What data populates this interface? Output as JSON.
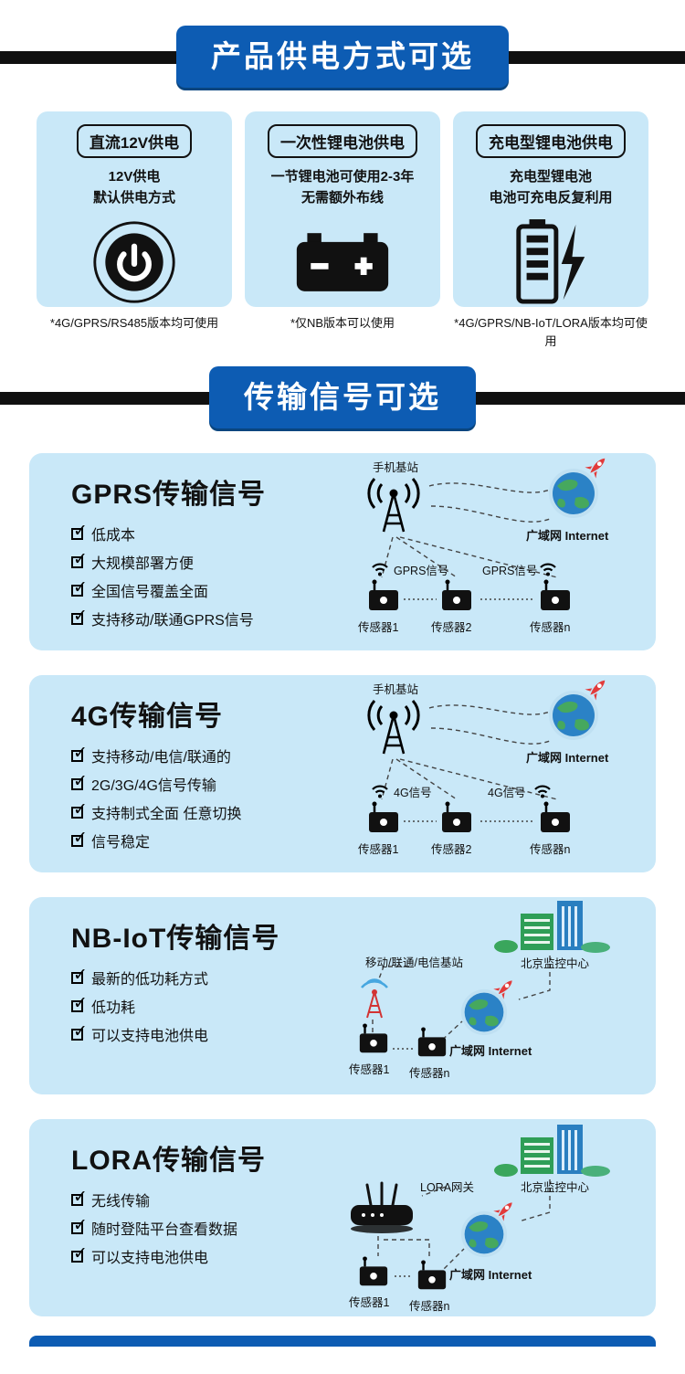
{
  "colors": {
    "banner_blue": "#0d5cb3",
    "bar_black": "#101010",
    "card_bg": "#c9e8f8",
    "globe_blue": "#2b82c6",
    "land_green": "#46a85e",
    "rocket_red": "#e23b3b"
  },
  "sections": {
    "power_title": "产品供电方式可选",
    "signal_title": "传输信号可选"
  },
  "power_cards": [
    {
      "title": "直流12V供电",
      "line1": "12V供电",
      "line2": "默认供电方式",
      "icon": "power-button-icon",
      "footnote": "*4G/GPRS/RS485版本均可使用"
    },
    {
      "title": "一次性锂电池供电",
      "line1": "一节锂电池可使用2-3年",
      "line2": "无需额外布线",
      "icon": "lithium-battery-icon",
      "footnote": "*仅NB版本可以使用"
    },
    {
      "title": "充电型锂电池供电",
      "line1": "充电型锂电池",
      "line2": "电池可充电反复利用",
      "icon": "rechargeable-battery-icon",
      "footnote": "*4G/GPRS/NB-IoT/LORA版本均可使用"
    }
  ],
  "signal_panels": [
    {
      "title": "GPRS传输信号",
      "features": [
        "低成本",
        "大规模部署方便",
        "全国信号覆盖全面",
        "支持移动/联通GPRS信号"
      ],
      "labels": {
        "station": "手机基站",
        "internet": "广域网 Internet",
        "signal_left": "GPRS信号",
        "signal_right": "GPRS信号",
        "sensor1": "传感器1",
        "sensor2": "传感器2",
        "sensor3": "传感器n"
      }
    },
    {
      "title": "4G传输信号",
      "features": [
        "支持移动/电信/联通的",
        "2G/3G/4G信号传输",
        "支持制式全面 任意切换",
        "信号稳定"
      ],
      "labels": {
        "station": "手机基站",
        "internet": "广域网 Internet",
        "signal_left": "4G信号",
        "signal_right": "4G信号",
        "sensor1": "传感器1",
        "sensor2": "传感器2",
        "sensor3": "传感器n"
      }
    },
    {
      "title": "NB-IoT传输信号",
      "features": [
        "最新的低功耗方式",
        "低功耗",
        "可以支持电池供电"
      ],
      "labels": {
        "station": "移动/联通/电信基站",
        "center": "北京监控中心",
        "internet": "广域网 Internet",
        "sensor1": "传感器1",
        "sensor2": "传感器n"
      }
    },
    {
      "title": "LORA传输信号",
      "features": [
        "无线传输",
        "随时登陆平台查看数据",
        "可以支持电池供电"
      ],
      "labels": {
        "gateway": "LORA网关",
        "center": "北京监控中心",
        "internet": "广域网 Internet",
        "sensor1": "传感器1",
        "sensor2": "传感器n"
      }
    }
  ]
}
